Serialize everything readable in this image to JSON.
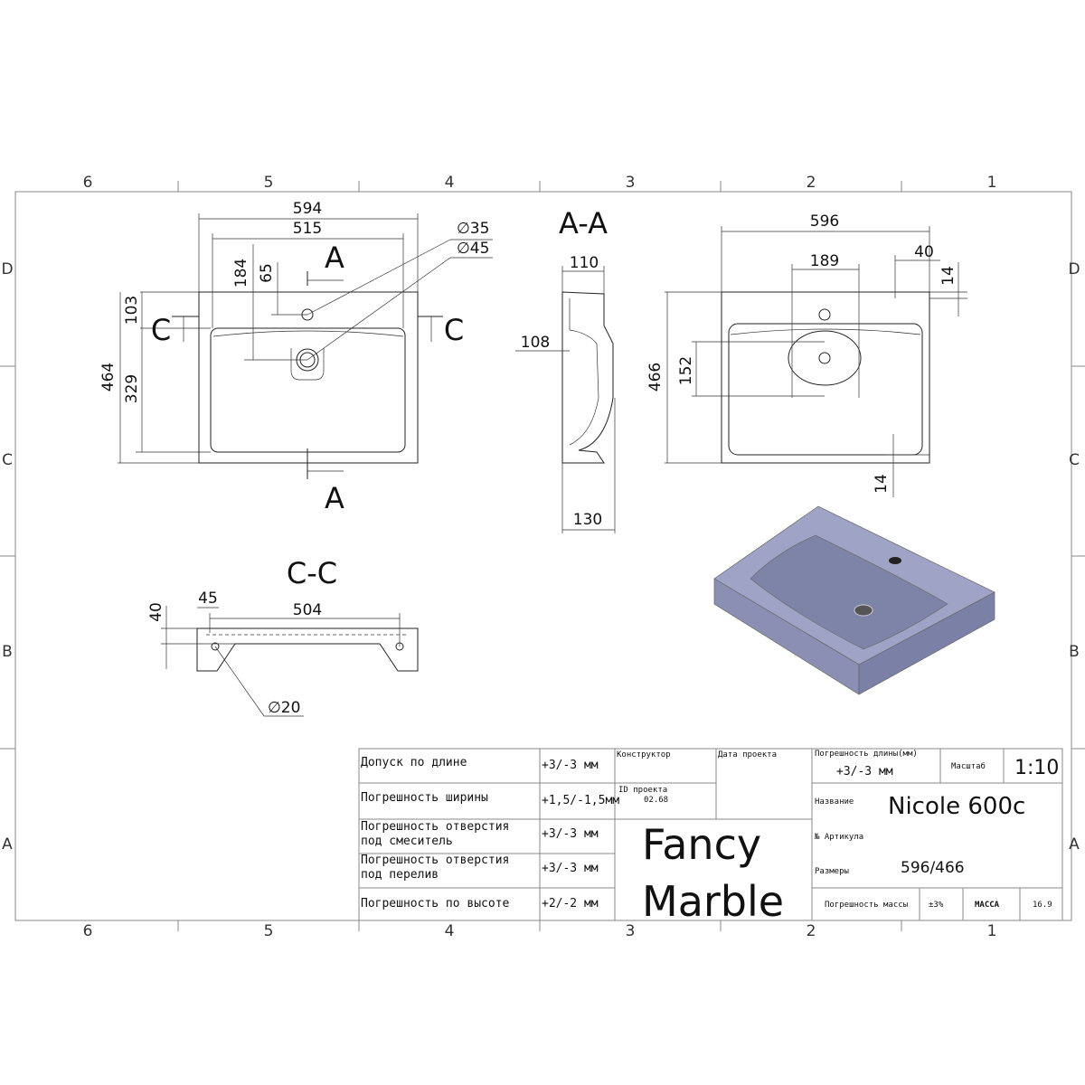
{
  "grid": {
    "columns": [
      "6",
      "5",
      "4",
      "3",
      "2",
      "1"
    ],
    "rows": [
      "D",
      "C",
      "B",
      "A"
    ]
  },
  "plan_view": {
    "section_label_a": "A",
    "section_label_c": "C",
    "dims": {
      "overall_width": "594",
      "inner_width": "515",
      "d35": "∅35",
      "d45": "∅45",
      "d184": "184",
      "d65": "65",
      "d103": "103",
      "d464": "464",
      "d329": "329"
    }
  },
  "section_aa": {
    "title": "A-A",
    "dims": {
      "d110": "110",
      "d108": "108",
      "d130": "130"
    }
  },
  "top_view": {
    "dims": {
      "d596": "596",
      "d189": "189",
      "d40": "40",
      "d14_top": "14",
      "d466": "466",
      "d152": "152",
      "d14_bottom": "14"
    }
  },
  "section_cc": {
    "title": "C-C",
    "dims": {
      "d40": "40",
      "d45": "45",
      "d504": "504",
      "d20": "∅20"
    }
  },
  "colors": {
    "render_top": "#9fa4c6",
    "render_side": "#8a8fb3",
    "render_basin": "#7e84a8"
  },
  "title_block": {
    "tolerances": [
      {
        "label": "Допуск по длине",
        "value": "+3/-3 мм"
      },
      {
        "label": "Погрешность ширины",
        "value": "+1,5/-1,5мм"
      },
      {
        "label_line1": "Погрешность отверстия",
        "label_line2": "под смеситель",
        "value": "+3/-3 мм"
      },
      {
        "label_line1": "Погрешность отверстия",
        "label_line2": "под перелив",
        "value": "+3/-3 мм"
      },
      {
        "label": "Погрешность по высоте",
        "value": "+2/-2 мм"
      }
    ],
    "designer_label": "Конструктор",
    "project_date_label": "Дата проекта",
    "project_id_label": "ID проекта",
    "project_id": "02.68",
    "brand_line1": "Fancy",
    "brand_line2": "Marble",
    "length_error_label": "Погрешность длины(мм)",
    "length_error_value": "+3/-3 мм",
    "scale_label": "Масштаб",
    "scale_value": "1:10",
    "name_label": "Название",
    "name_value": "Nicole 600c",
    "article_label": "№ Артикула",
    "size_label": "Размеры",
    "size_value": "596/466",
    "mass_error_label": "Погрешность массы",
    "mass_error_value": "±3%",
    "mass_label": "МАССА",
    "mass_value": "16.9"
  }
}
